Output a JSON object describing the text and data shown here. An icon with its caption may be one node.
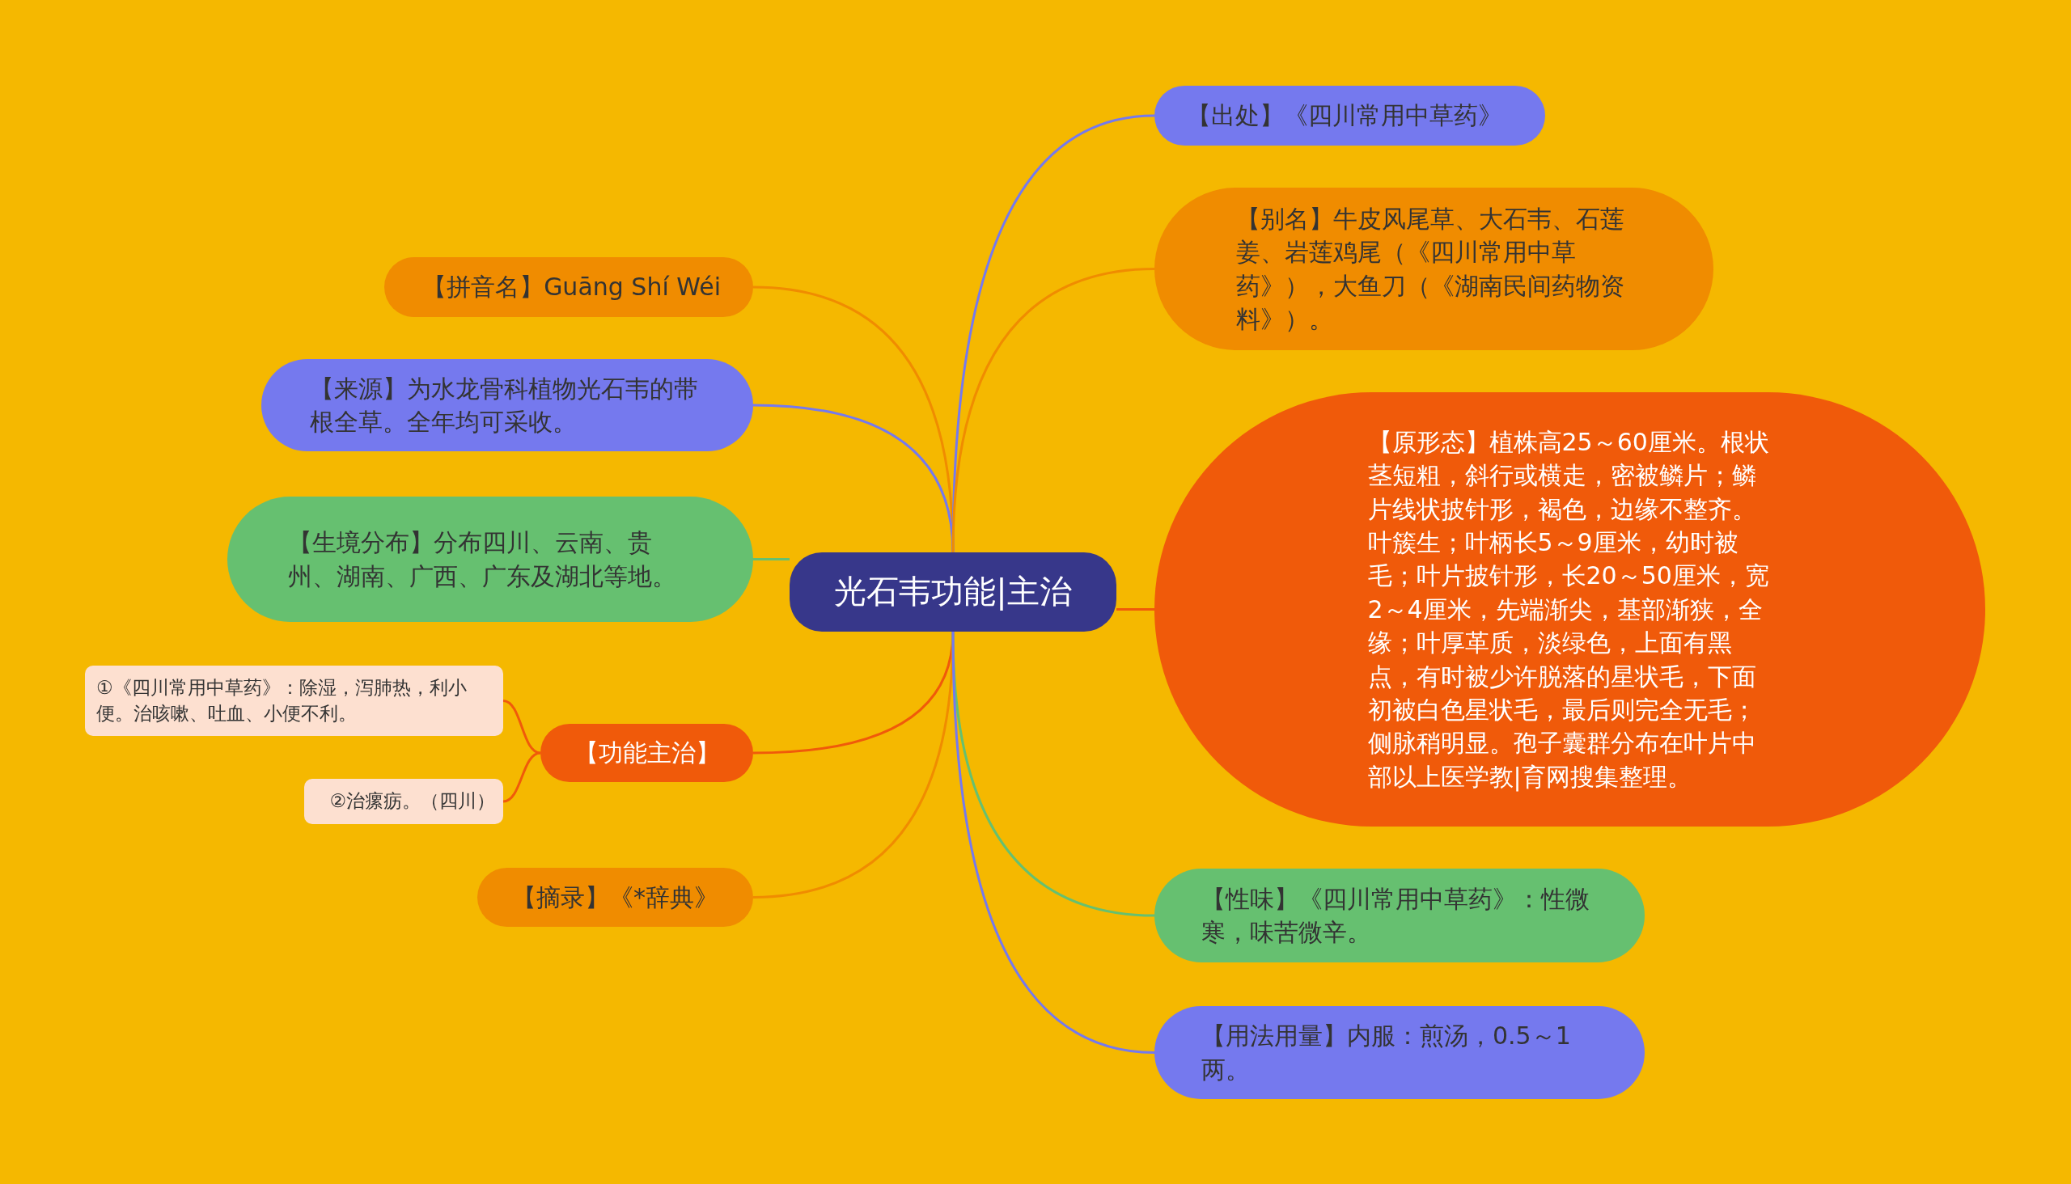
{
  "diagram": {
    "nodes": [
      {
        "text": [
          "光石韦功能|主治"
        ]
      },
      {
        "text": [
          "【拼音名】Guāng Shí Wéi"
        ]
      },
      {
        "text": [
          "【来源】为水龙骨科植物光石韦的带根全草。全年均可采收。"
        ]
      },
      {
        "text": [
          "【生境分布】分布四川、云南、贵州、湖南、广西、广东及湖北等地。"
        ]
      },
      {
        "text": [
          "【功能主治】"
        ]
      },
      {
        "text": [
          "①《四川常用中草药》：除湿，泻肺热，利小便。治咳嗽、吐血、小便不利。"
        ]
      },
      {
        "text": [
          "②治瘰疬。（四川）"
        ]
      },
      {
        "text": [
          "【摘录】《*辞典》"
        ]
      },
      {
        "text": [
          "【出处】《四川常用中草药》"
        ]
      },
      {
        "text": [
          "【别名】牛皮风尾草、大石韦、石莲姜、岩莲鸡尾（《四川常用中草药》），大鱼刀（《湖南民间药物资料》）。"
        ]
      },
      {
        "text": [
          "【原形态】植株高25～60厘米。根状茎短粗，斜行或横走，密被鳞片；鳞片线状披针形，褐色，边缘不整齐。叶簇生；叶柄长5～9厘米，幼时被毛；叶片披针形，长20～50厘米，宽2～4厘米，先端渐尖，基部渐狭，全缘；叶厚革质，淡绿色，上面有黑点，有时被少许脱落的星状毛，下面初被白色星状毛，最后则完全无毛；侧脉稍明显。孢子囊群分布在叶片中部以上医学教|育网搜集整理。"
        ]
      },
      {
        "text": [
          "【性味】《四川常用中草药》：性微寒，味苦微辛。"
        ]
      },
      {
        "text": [
          "【用法用量】内服：煎汤，0.5～1两。"
        ]
      }
    ],
    "edges": [
      {
        "from": 0,
        "to": 1,
        "arrow": "none",
        "color": "#f08c00"
      },
      {
        "from": 0,
        "to": 2,
        "arrow": "none",
        "color": "#7579ee"
      },
      {
        "from": 0,
        "to": 3,
        "arrow": "none",
        "color": "#66c070"
      },
      {
        "from": 0,
        "to": 4,
        "arrow": "none",
        "color": "#f05a0a"
      },
      {
        "from": 4,
        "to": 5,
        "arrow": "none",
        "color": "#f05a0a"
      },
      {
        "from": 4,
        "to": 6,
        "arrow": "none",
        "color": "#f05a0a"
      },
      {
        "from": 0,
        "to": 7,
        "arrow": "none",
        "color": "#f08c00"
      },
      {
        "from": 0,
        "to": 8,
        "arrow": "none",
        "color": "#7579ee"
      },
      {
        "from": 0,
        "to": 9,
        "arrow": "none",
        "color": "#f08c00"
      },
      {
        "from": 0,
        "to": 10,
        "arrow": "none",
        "color": "#f05a0a"
      },
      {
        "from": 0,
        "to": 11,
        "arrow": "none",
        "color": "#66c070"
      },
      {
        "from": 0,
        "to": 12,
        "arrow": "none",
        "color": "#7579ee"
      }
    ]
  }
}
